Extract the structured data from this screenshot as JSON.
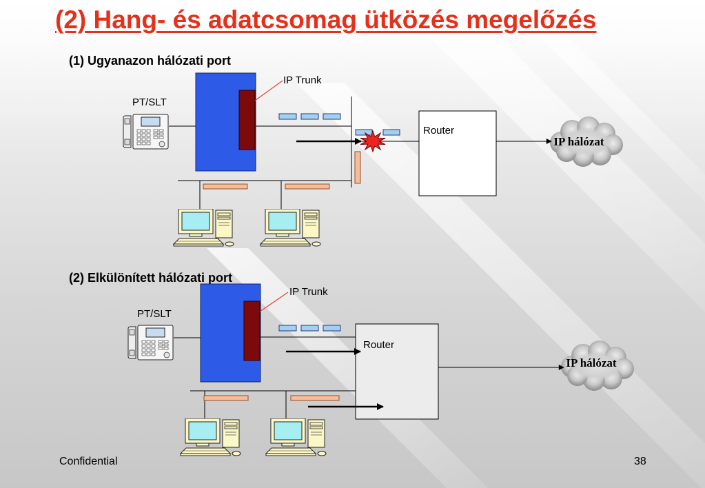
{
  "slide": {
    "title": "(2) Hang- és adatcsomag ütközés megelőzés",
    "footer_label": "Confidential",
    "page_number": "38"
  },
  "diagrams": [
    {
      "heading": "(1) Ugyanazon hálózati port",
      "trunk_label": "IP Trunk",
      "phone_label": "PT/SLT",
      "router_label": "Router",
      "network_label": "IP hálózat"
    },
    {
      "heading": "(2) Elkülönített hálózati port",
      "trunk_label": "IP Trunk",
      "phone_label": "PT/SLT",
      "router_label": "Router",
      "network_label": "IP hálózat"
    }
  ],
  "icons": [
    "phone-icon",
    "computer-icon",
    "cloud-icon",
    "collision-icon",
    "arrow-icon"
  ],
  "colors": {
    "title": "#e4311b",
    "pbx": "#2e5ae8",
    "trunk_card": "#7c0a0a",
    "trunk_pointer": "#e6402a",
    "voice_packet": "#a4cff0",
    "data_packet": "#f6bd98",
    "collision": "#ee2222",
    "cloud": "#b4b4b4"
  }
}
